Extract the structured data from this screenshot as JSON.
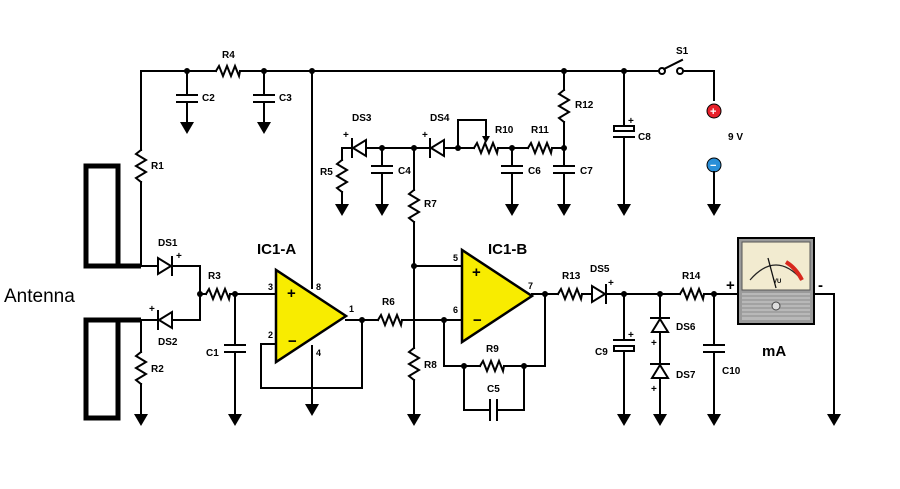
{
  "antenna_label": "Antenna",
  "ic_a": {
    "name": "IC1-A",
    "pins": {
      "p3": "3",
      "p2": "2",
      "p8": "8",
      "p4": "4",
      "p1": "1",
      "plus": "+",
      "minus": "−"
    }
  },
  "ic_b": {
    "name": "IC1-B",
    "pins": {
      "p5": "5",
      "p6": "6",
      "p7": "7",
      "plus": "+",
      "minus": "−"
    }
  },
  "resistors": {
    "r1": "R1",
    "r2": "R2",
    "r3": "R3",
    "r4": "R4",
    "r5": "R5",
    "r6": "R6",
    "r7": "R7",
    "r8": "R8",
    "r9": "R9",
    "r10": "R10",
    "r11": "R11",
    "r12": "R12",
    "r13": "R13",
    "r14": "R14"
  },
  "capacitors": {
    "c1": "C1",
    "c2": "C2",
    "c3": "C3",
    "c4": "C4",
    "c5": "C5",
    "c6": "C6",
    "c7": "C7",
    "c8": "C8",
    "c9": "C9",
    "c10": "C10"
  },
  "diodes": {
    "ds1": "DS1",
    "ds2": "DS2",
    "ds3": "DS3",
    "ds4": "DS4",
    "ds5": "DS5",
    "ds6": "DS6",
    "ds7": "DS7"
  },
  "switch_label": "S1",
  "battery": {
    "voltage": "9 V",
    "plus": "+",
    "minus": "−"
  },
  "meter": {
    "unit": "mA",
    "scale": "VU",
    "plus": "+",
    "minus": "-"
  },
  "polarity": {
    "plus": "+"
  },
  "colors": {
    "opamp_fill": "#f8ec00",
    "battery_plus": "#e8202a",
    "battery_minus": "#2a8fd8",
    "meter_red_zone": "#d8281e"
  }
}
